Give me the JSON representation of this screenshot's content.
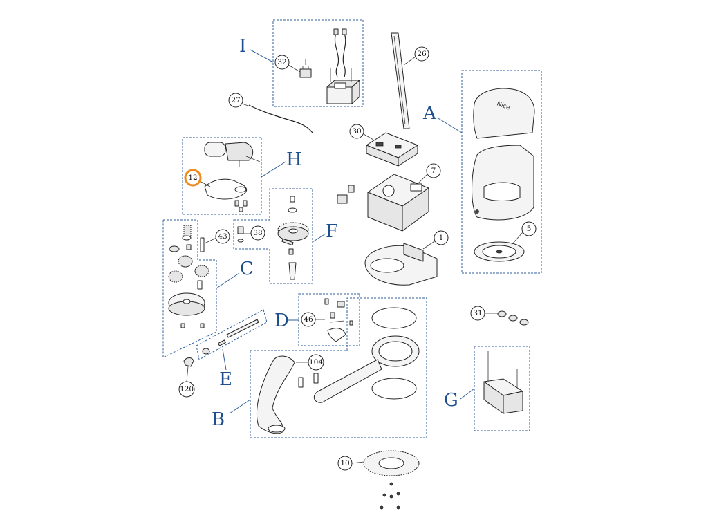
{
  "groups": {
    "A": "A",
    "B": "B",
    "C": "C",
    "D": "D",
    "E": "E",
    "F": "F",
    "G": "G",
    "H": "H",
    "I": "I"
  },
  "callouts": {
    "c1": "1",
    "c5": "5",
    "c7": "7",
    "c10": "10",
    "c12": "12",
    "c26": "26",
    "c27": "27",
    "c30": "30",
    "c31": "31",
    "c32": "32",
    "c38": "38",
    "c43": "43",
    "c46": "46",
    "c104": "104",
    "c120": "120"
  },
  "logo_text": "Nice",
  "colors": {
    "box_stroke": "#2f5f9a",
    "group_letter": "#1c4f8c",
    "highlight_ring": "#f08a1c"
  },
  "highlighted_callout": "12"
}
